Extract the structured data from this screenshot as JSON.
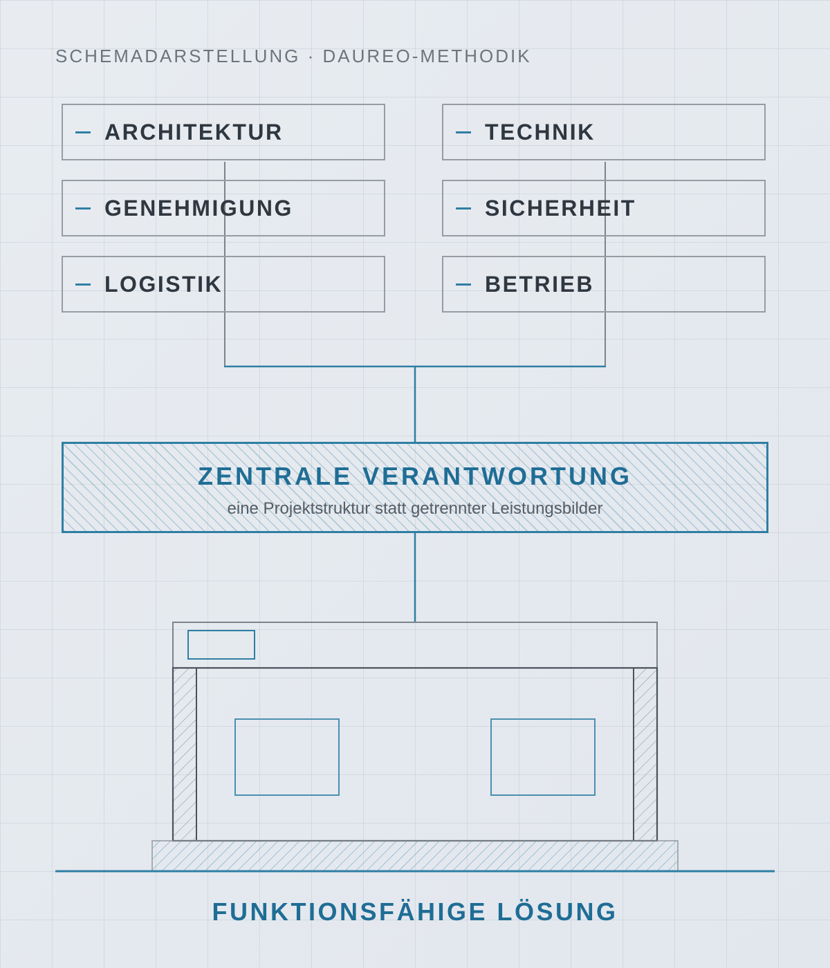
{
  "heading": "SCHEMADARSTELLUNG · DAUREO-METHODIK",
  "disciplines": {
    "left": [
      "ARCHITEKTUR",
      "GENEHMIGUNG",
      "LOGISTIK"
    ],
    "right": [
      "TECHNIK",
      "SICHERHEIT",
      "BETRIEB"
    ]
  },
  "center": {
    "title": "ZENTRALE VERANTWORTUNG",
    "subtitle": "eine Projektstruktur statt getrennter Leistungsbilder"
  },
  "footer": "FUNKTIONSFÄHIGE LÖSUNG",
  "colors": {
    "accent": "#2f7ea3",
    "text_dark": "#2f3740",
    "line_gray": "#979ca3"
  }
}
